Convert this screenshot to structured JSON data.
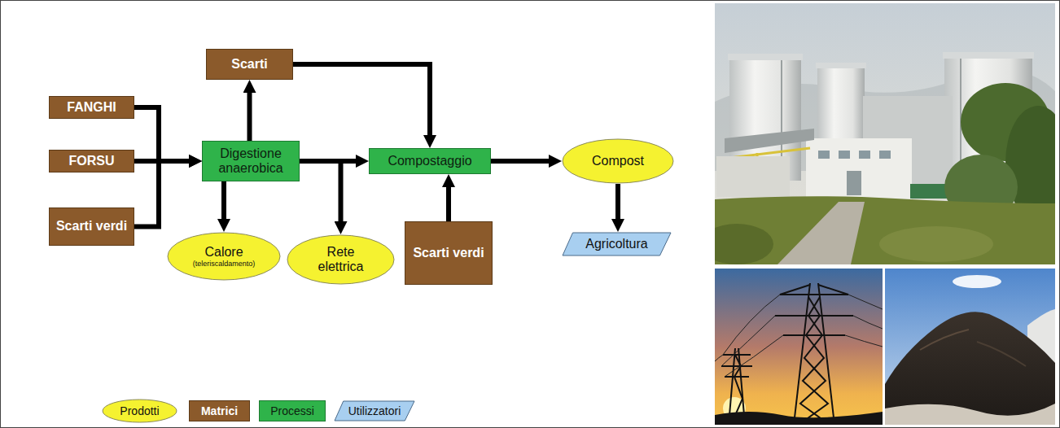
{
  "diagram": {
    "nodes": [
      {
        "text": [
          "Scarti"
        ]
      },
      {
        "text": [
          "FANGHI"
        ]
      },
      {
        "text": [
          "FORSU"
        ]
      },
      {
        "text": [
          "Scarti verdi"
        ]
      },
      {
        "text": [
          "Digestione anaerobica"
        ]
      },
      {
        "text": [
          "Compostaggio"
        ]
      },
      {
        "text": [
          "Compost"
        ]
      },
      {
        "text": [
          "Calore",
          "(teleriscaldamento)"
        ]
      },
      {
        "text": [
          "Rete elettrica"
        ]
      },
      {
        "text": [
          "Scarti verdi"
        ]
      },
      {
        "text": [
          "Agricoltura"
        ]
      }
    ],
    "edges": [
      {
        "from": 1,
        "to": 4,
        "arrow": "to"
      },
      {
        "from": 2,
        "to": 4,
        "arrow": "to"
      },
      {
        "from": 3,
        "to": 4,
        "arrow": "to"
      },
      {
        "from": 4,
        "to": 0,
        "arrow": "to"
      },
      {
        "from": 0,
        "to": 5,
        "arrow": "to"
      },
      {
        "from": 4,
        "to": 5,
        "arrow": "to"
      },
      {
        "from": 4,
        "to": 7,
        "arrow": "to"
      },
      {
        "from": 4,
        "to": 8,
        "arrow": "to"
      },
      {
        "from": 9,
        "to": 5,
        "arrow": "to"
      },
      {
        "from": 5,
        "to": 6,
        "arrow": "to"
      },
      {
        "from": 6,
        "to": 10,
        "arrow": "to"
      }
    ],
    "legend": [
      {
        "text": "Prodotti",
        "color": "#f5f230"
      },
      {
        "text": "Matrici",
        "color": "#8b5a2b"
      },
      {
        "text": "Processi",
        "color": "#2fb34a"
      },
      {
        "text": "Utilizzatori",
        "color": "#a8cff0"
      }
    ]
  }
}
